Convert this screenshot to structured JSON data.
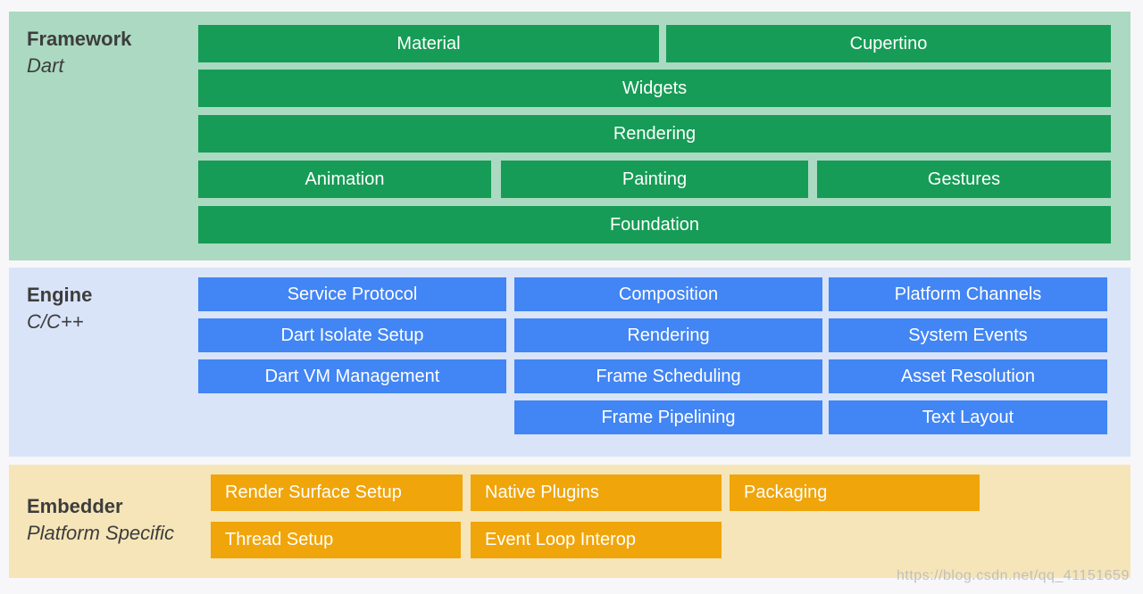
{
  "watermark": "https://blog.csdn.net/qq_41151659",
  "colors": {
    "page_bg": "#f7f7f9",
    "framework_bg": "#abd9c1",
    "framework_bar": "#169c56",
    "engine_bg": "#d9e4f8",
    "engine_bar": "#4285f4",
    "embedder_bg": "#f5e5b8",
    "embedder_bar": "#f0a50a",
    "label_text": "#3d3d3d",
    "bar_text": "#ffffff"
  },
  "framework": {
    "title": "Framework",
    "subtitle": "Dart",
    "rows": [
      [
        "Material",
        "Cupertino"
      ],
      [
        "Widgets"
      ],
      [
        "Rendering"
      ],
      [
        "Animation",
        "Painting",
        "Gestures"
      ],
      [
        "Foundation"
      ]
    ]
  },
  "engine": {
    "title": "Engine",
    "subtitle": "C/C++",
    "columns": [
      [
        "Service Protocol",
        "Dart Isolate Setup",
        "Dart VM Management"
      ],
      [
        "Composition",
        "Rendering",
        "Frame Scheduling",
        "Frame Pipelining"
      ],
      [
        "Platform Channels",
        "System Events",
        "Asset Resolution",
        "Text Layout"
      ]
    ]
  },
  "embedder": {
    "title": "Embedder",
    "subtitle": "Platform Specific",
    "rows": [
      [
        "Render Surface Setup",
        "Native Plugins",
        "Packaging"
      ],
      [
        "Thread Setup",
        "Event Loop Interop"
      ]
    ]
  }
}
